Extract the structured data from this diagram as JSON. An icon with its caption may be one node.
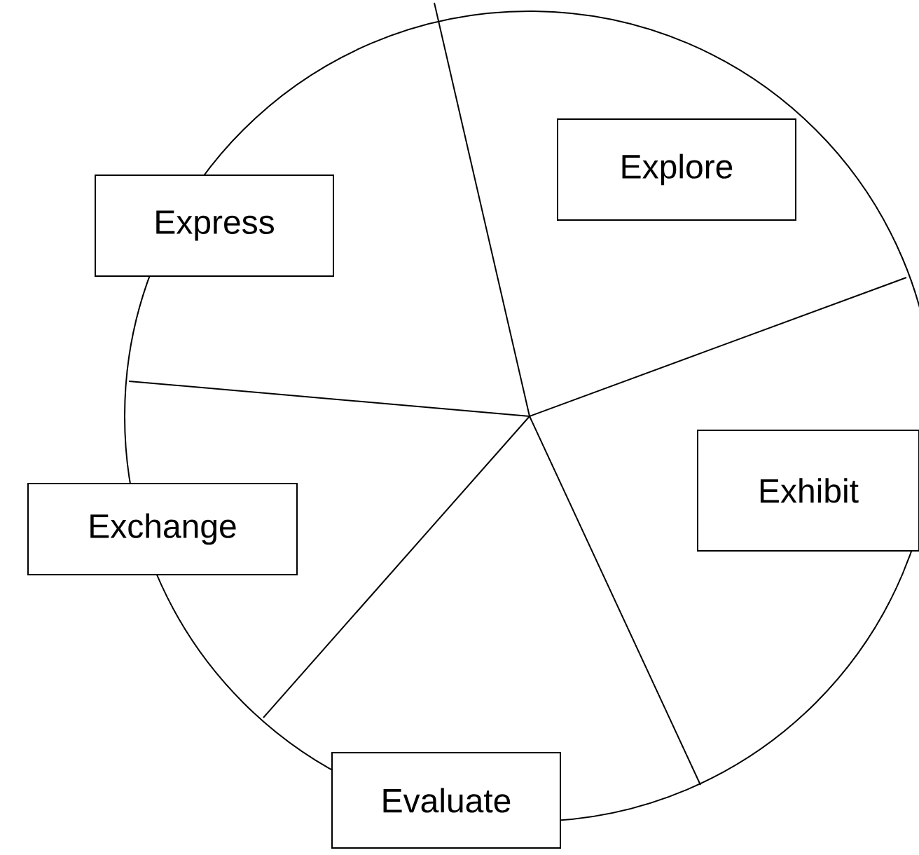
{
  "diagram": {
    "nodes": [
      {
        "text": [
          "Explore"
        ]
      },
      {
        "text": [
          "Express"
        ]
      },
      {
        "text": [
          "Exhibit"
        ]
      },
      {
        "text": [
          "Exchange"
        ]
      },
      {
        "text": [
          "Evaluate"
        ]
      }
    ]
  }
}
